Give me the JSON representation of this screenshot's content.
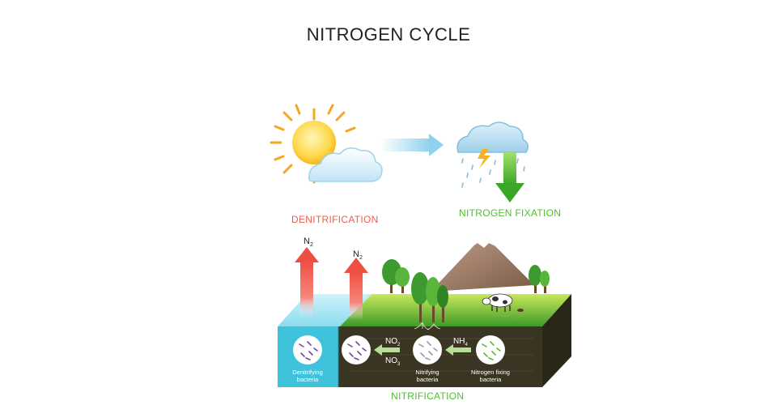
{
  "title": "NITROGEN CYCLE",
  "labels": {
    "denitrification": "DENITRIFICATION",
    "nitrogen_fixation": "NITROGEN FIXATION",
    "nitrification": "NITRIFICATION"
  },
  "molecules": {
    "n2_left": "N",
    "n2_left_sub": "2",
    "n2_right": "N",
    "n2_right_sub": "2",
    "no2": "NO",
    "no2_sub": "2",
    "no3": "NO",
    "no3_sub": "3",
    "nh4": "NH",
    "nh4_sub": "4"
  },
  "bacteria": {
    "denitrifying": [
      "Denitrifying",
      "bacteria"
    ],
    "nitrifying": [
      "Nitrifying",
      "bacteria"
    ],
    "nitrogen_fixing": [
      "Nitrogen fixing",
      "bacteria"
    ]
  },
  "colors": {
    "denitrification": "#ef5d4f",
    "fixation": "#4fbf2f",
    "water": "#3fc3dc",
    "soil": "#3a3522",
    "sky_arrow": "#a9dcef"
  }
}
